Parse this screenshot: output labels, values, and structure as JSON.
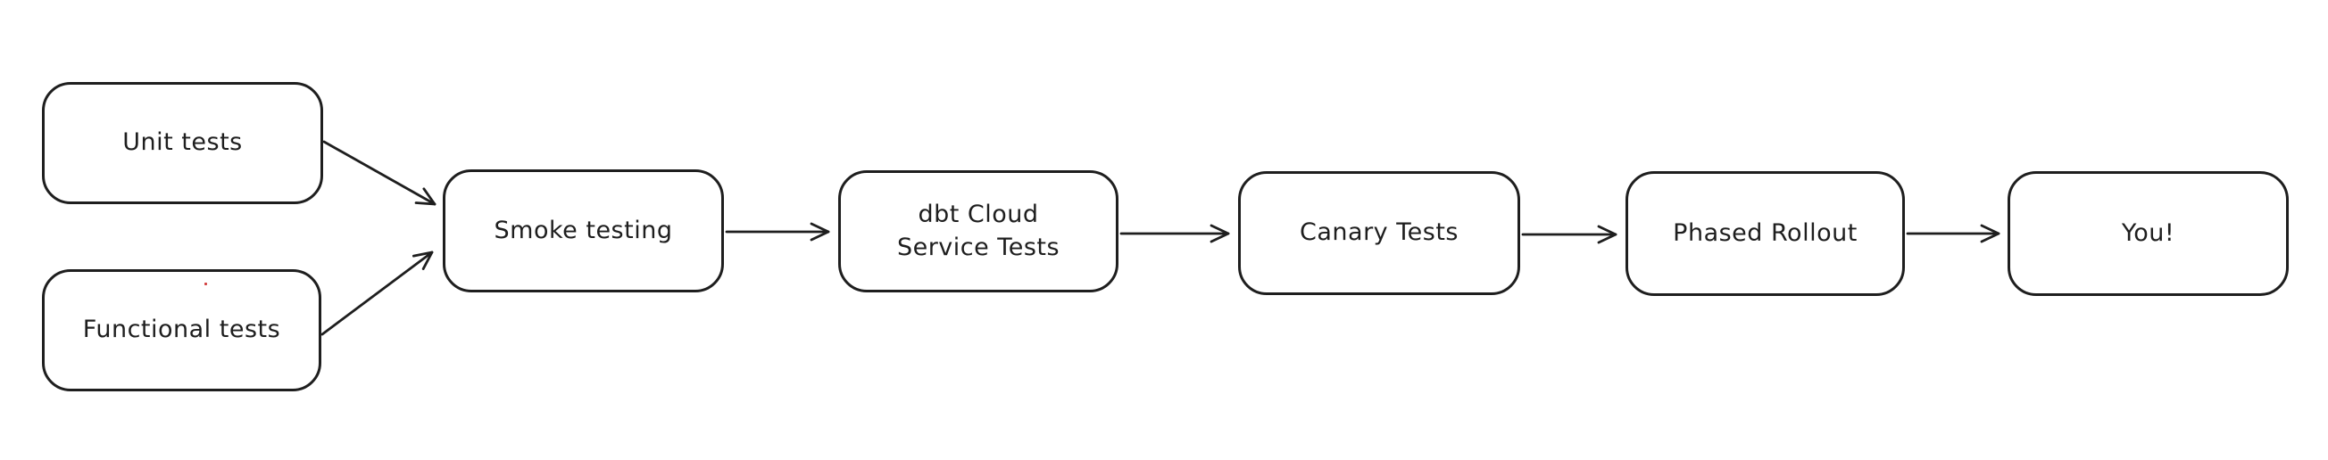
{
  "diagram": {
    "type": "flowchart",
    "style": "hand-drawn",
    "background_color": "#ffffff",
    "stroke_color": "#1e1e1e",
    "node_fill_color": "#ffffff",
    "artifact_dot_color": "#d23f3f",
    "nodes": [
      {
        "id": "unit-tests",
        "label": "Unit tests"
      },
      {
        "id": "functional-tests",
        "label": "Functional tests"
      },
      {
        "id": "smoke-testing",
        "label": "Smoke testing"
      },
      {
        "id": "dbt-cloud-service-tests",
        "label_line1": "dbt Cloud",
        "label_line2": "Service Tests"
      },
      {
        "id": "canary-tests",
        "label": "Canary Tests"
      },
      {
        "id": "phased-rollout",
        "label": "Phased Rollout"
      },
      {
        "id": "you",
        "label": "You!"
      }
    ],
    "edges": [
      {
        "from": "unit-tests",
        "to": "smoke-testing"
      },
      {
        "from": "functional-tests",
        "to": "smoke-testing"
      },
      {
        "from": "smoke-testing",
        "to": "dbt-cloud-service-tests"
      },
      {
        "from": "dbt-cloud-service-tests",
        "to": "canary-tests"
      },
      {
        "from": "canary-tests",
        "to": "phased-rollout"
      },
      {
        "from": "phased-rollout",
        "to": "you"
      }
    ]
  }
}
